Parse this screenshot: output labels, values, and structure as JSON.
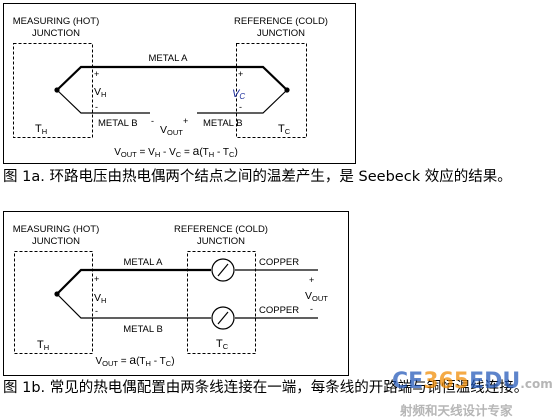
{
  "diagram1": {
    "hot_junction_line1": "MEASURING (HOT)",
    "hot_junction_line2": "JUNCTION",
    "ref_junction_line1": "REFERENCE (COLD)",
    "ref_junction_line2": "JUNCTION",
    "metal_a": "METAL A",
    "metal_b_left": "METAL B",
    "metal_b_right": "METAL B",
    "plus": "+",
    "minus": "-",
    "v_h": "V",
    "v_h_sub": "H",
    "v_c": "V",
    "v_c_sub": "C",
    "v_out": "V",
    "v_out_sub": "OUT",
    "t_h": "T",
    "t_h_sub": "H",
    "t_c": "T",
    "t_c_sub": "C",
    "formula": "VOUT = VH - VC = a(TH - TC)"
  },
  "caption1": "图 1a. 环路电压由热电偶两个结点之间的温差产生，是 Seebeck 效应的结果。",
  "diagram2": {
    "hot_junction_line1": "MEASURING (HOT)",
    "hot_junction_line2": "JUNCTION",
    "ref_junction_line1": "REFERENCE (COLD)",
    "ref_junction_line2": "JUNCTION",
    "metal_a": "METAL A",
    "metal_b": "METAL B",
    "copper_top": "COPPER",
    "copper_bottom": "COPPER",
    "plus": "+",
    "minus": "-",
    "v_h": "V",
    "v_h_sub": "H",
    "v_out": "V",
    "v_out_sub": "OUT",
    "t_h": "T",
    "t_h_sub": "H",
    "t_c": "T",
    "t_c_sub": "C",
    "formula": "VOUT = a(TH - TC)"
  },
  "caption2": "图 1b. 常见的热电偶配置由两条线连接在一端，每条线的开路端与铜恒温线连接。",
  "watermark": {
    "brand_latin": "CE",
    "brand_digits": "365",
    "brand_suffix": "EDU",
    "brand_tld": ".com",
    "tagline": "射频和天线设计专家"
  },
  "colors": {
    "line": "#000000",
    "dash": "#000000",
    "accent_vc": "#1a2b9a",
    "watermark_orange": "#f08a00",
    "watermark_blue": "#1f55b8",
    "watermark_gray": "#9a9a9a"
  }
}
